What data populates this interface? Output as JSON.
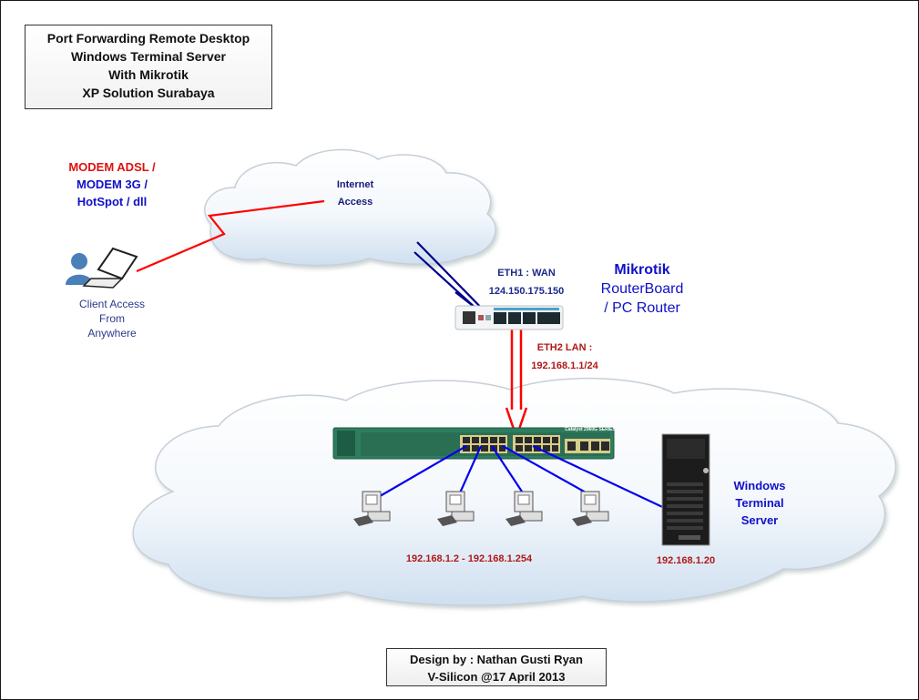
{
  "title": {
    "lines": [
      "Port Forwarding Remote Desktop",
      "Windows Terminal Server",
      "With Mikrotik",
      "XP Solution Surabaya"
    ]
  },
  "modem": {
    "line1": "MODEM ADSL /",
    "line2": "MODEM 3G /",
    "line3": "HotSpot / dll"
  },
  "client": {
    "lines": [
      "Client Access",
      "From",
      "Anywhere"
    ]
  },
  "internet": {
    "line1": "Internet",
    "line2": "Access"
  },
  "router": {
    "eth1_label": "ETH1 : WAN",
    "eth1_ip": "124.150.175.150",
    "name_line1": "Mikrotik",
    "name_line2": "RouterBoard",
    "name_line3": "/ PC Router",
    "eth2_label": "ETH2 LAN :",
    "eth2_ip": "192.168.1.1/24"
  },
  "switch": {
    "model": "Catalyst 2960G SERIES"
  },
  "lan": {
    "client_range": "192.168.1.2 - 192.168.1.254"
  },
  "server": {
    "line1": "Windows",
    "line2": "Terminal",
    "line3": "Server",
    "ip": "192.168.1.20"
  },
  "credit": {
    "line1": "Design by : Nathan Gusti Ryan",
    "line2": "V-Silicon @17 April 2013"
  },
  "colors": {
    "wan_link": "#ff0000",
    "lan_link": "#0000ee",
    "uplink": "#00008b",
    "cloud_fill": "#dfe9f4"
  }
}
